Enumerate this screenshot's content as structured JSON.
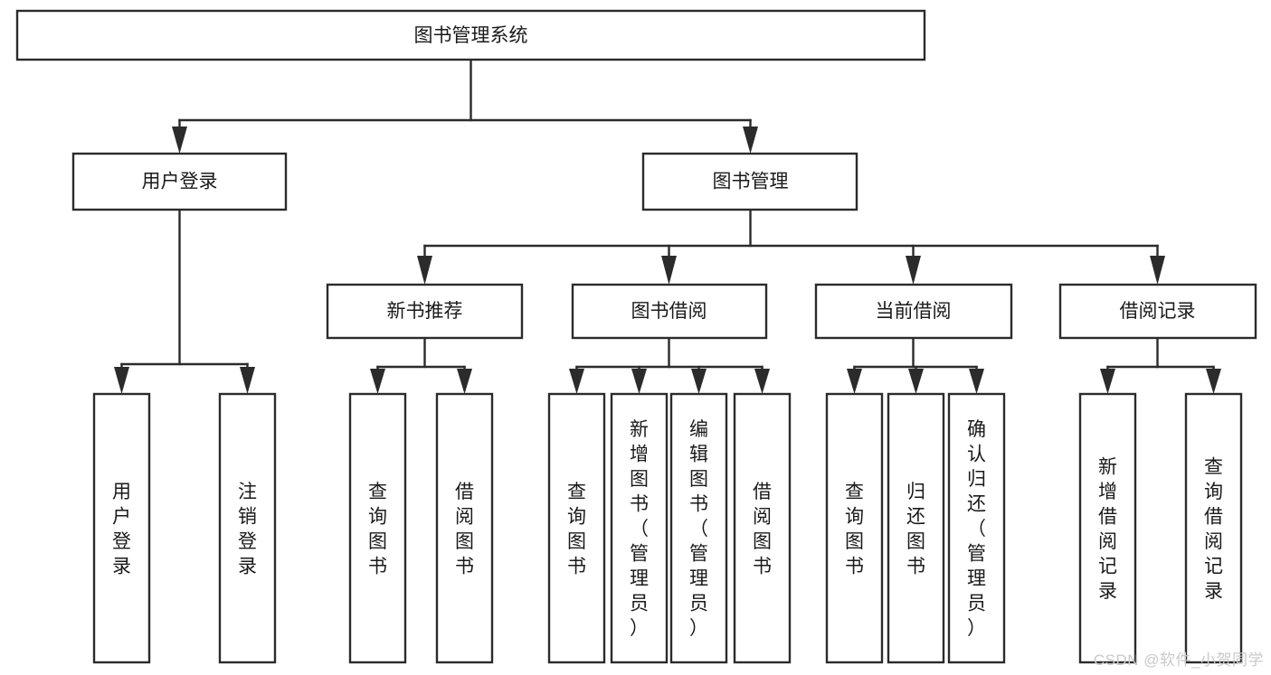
{
  "diagram": {
    "type": "tree",
    "title": "图书管理系统",
    "root": {
      "id": "root",
      "label": "图书管理系统",
      "orientation": "horizontal"
    },
    "level2": [
      {
        "id": "user-login",
        "label": "用户登录",
        "orientation": "horizontal"
      },
      {
        "id": "book-management",
        "label": "图书管理",
        "orientation": "horizontal"
      }
    ],
    "level3": [
      {
        "id": "new-book-recommend",
        "label": "新书推荐",
        "orientation": "horizontal",
        "parent": "book-management"
      },
      {
        "id": "book-borrow",
        "label": "图书借阅",
        "orientation": "horizontal",
        "parent": "book-management"
      },
      {
        "id": "current-borrow",
        "label": "当前借阅",
        "orientation": "horizontal",
        "parent": "book-management"
      },
      {
        "id": "borrow-record",
        "label": "借阅记录",
        "orientation": "horizontal",
        "parent": "book-management"
      }
    ],
    "leaves": [
      {
        "id": "leaf-user-login",
        "parent": "user-login",
        "lines": [
          "用",
          "户",
          "登",
          "录"
        ],
        "text": "用户登录"
      },
      {
        "id": "leaf-user-logout",
        "parent": "user-login",
        "lines": [
          "注",
          "销",
          "登",
          "录"
        ],
        "text": "注销登录"
      },
      {
        "id": "leaf-query-book-1",
        "parent": "new-book-recommend",
        "lines": [
          "查",
          "询",
          "图",
          "书"
        ],
        "text": "查询图书"
      },
      {
        "id": "leaf-borrow-book-1",
        "parent": "new-book-recommend",
        "lines": [
          "借",
          "阅",
          "图",
          "书"
        ],
        "text": "借阅图书"
      },
      {
        "id": "leaf-query-book-2",
        "parent": "book-borrow",
        "lines": [
          "查",
          "询",
          "图",
          "书"
        ],
        "text": "查询图书"
      },
      {
        "id": "leaf-add-book",
        "parent": "book-borrow",
        "lines": [
          "新",
          "增",
          "图",
          "书",
          "（",
          "管",
          "理",
          "员",
          "）"
        ],
        "text": "新增图书（管理员）"
      },
      {
        "id": "leaf-edit-book",
        "parent": "book-borrow",
        "lines": [
          "编",
          "辑",
          "图",
          "书",
          "（",
          "管",
          "理",
          "员",
          "）"
        ],
        "text": "编辑图书（管理员）"
      },
      {
        "id": "leaf-borrow-book-2",
        "parent": "book-borrow",
        "lines": [
          "借",
          "阅",
          "图",
          "书"
        ],
        "text": "借阅图书"
      },
      {
        "id": "leaf-query-book-3",
        "parent": "current-borrow",
        "lines": [
          "查",
          "询",
          "图",
          "书"
        ],
        "text": "查询图书"
      },
      {
        "id": "leaf-return-book",
        "parent": "current-borrow",
        "lines": [
          "归",
          "还",
          "图",
          "书"
        ],
        "text": "归还图书"
      },
      {
        "id": "leaf-confirm-return",
        "parent": "current-borrow",
        "lines": [
          "确",
          "认",
          "归",
          "还",
          "（",
          "管",
          "理",
          "员",
          "）"
        ],
        "text": "确认归还（管理员）"
      },
      {
        "id": "leaf-add-record",
        "parent": "borrow-record",
        "lines": [
          "新",
          "增",
          "借",
          "阅",
          "记",
          "录"
        ],
        "text": "新增借阅记录"
      },
      {
        "id": "leaf-query-record",
        "parent": "borrow-record",
        "lines": [
          "查",
          "询",
          "借",
          "阅",
          "记",
          "录"
        ],
        "text": "查询借阅记录"
      }
    ]
  },
  "watermark": {
    "text": "CSDN @软件_小贺同学"
  },
  "colors": {
    "stroke": "#2b2b2b",
    "box_fill": "#ffffff",
    "text": "#1a1a1a",
    "background": "#ffffff",
    "watermark": "#c9c9c9"
  }
}
